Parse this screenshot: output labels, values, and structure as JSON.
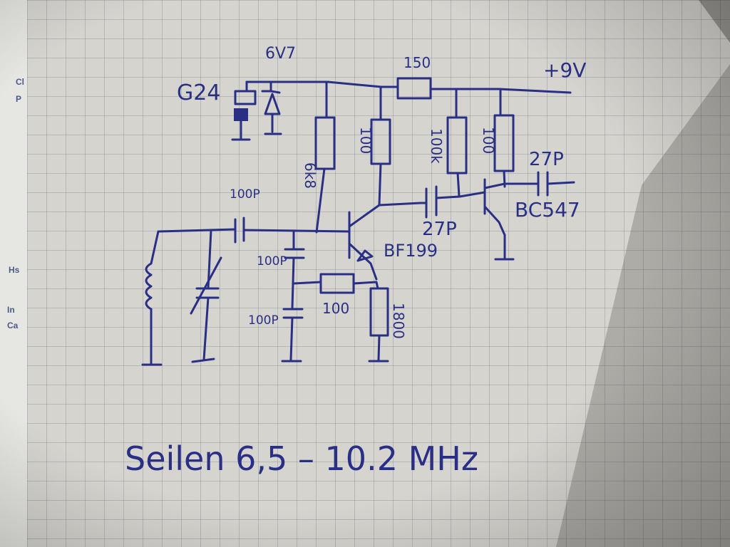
{
  "diagram": {
    "caption": "Seilen 6,5 – 10.2 MHz",
    "labels": {
      "crystal": "G24",
      "zener": "6V7",
      "series_resistor": "150",
      "supply": "+9V",
      "r_vertical_1": "6k8",
      "r_vertical_2": "100",
      "r_vertical_3": "100k",
      "r_vertical_4": "100",
      "cap_output": "27P",
      "transistor_2": "BC547",
      "cap_input": "100P",
      "cap_coupling": "27P",
      "transistor_1": "BF199",
      "cap_divider_top": "100P",
      "cap_divider_bottom": "100P",
      "r_feedback": "100",
      "r_emitter": "1800"
    }
  },
  "left_sheet_fragments": [
    "Cl",
    "P",
    "Hs",
    "In",
    "Ca"
  ],
  "colors": {
    "ink": "#2a2f86",
    "paper": "#d6d4cf",
    "grid": "#7a8690"
  }
}
